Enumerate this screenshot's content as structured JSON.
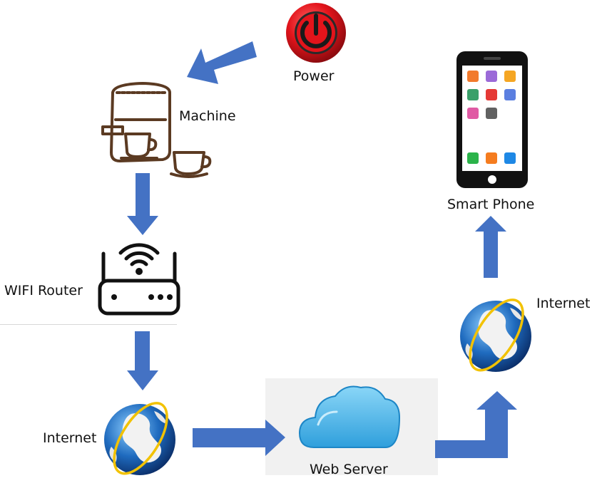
{
  "labels": {
    "power": "Power",
    "machine": "Machine",
    "wifi_router": "WIFI Router",
    "internet_left": "Internet",
    "web_server": "Web Server",
    "internet_right": "Internet",
    "smart_phone": "Smart Phone"
  },
  "colors": {
    "arrow": "#4472c4",
    "power_red": "#e3141b",
    "globe_blue": "#1f5fa8",
    "orbit": "#f2c200",
    "cloud": "#4bb3ea",
    "coffee_brown": "#5b3a22"
  },
  "icons": [
    "power-icon",
    "coffee-machine-icon",
    "wifi-router-icon",
    "globe-icon",
    "cloud-icon",
    "smartphone-icon"
  ]
}
